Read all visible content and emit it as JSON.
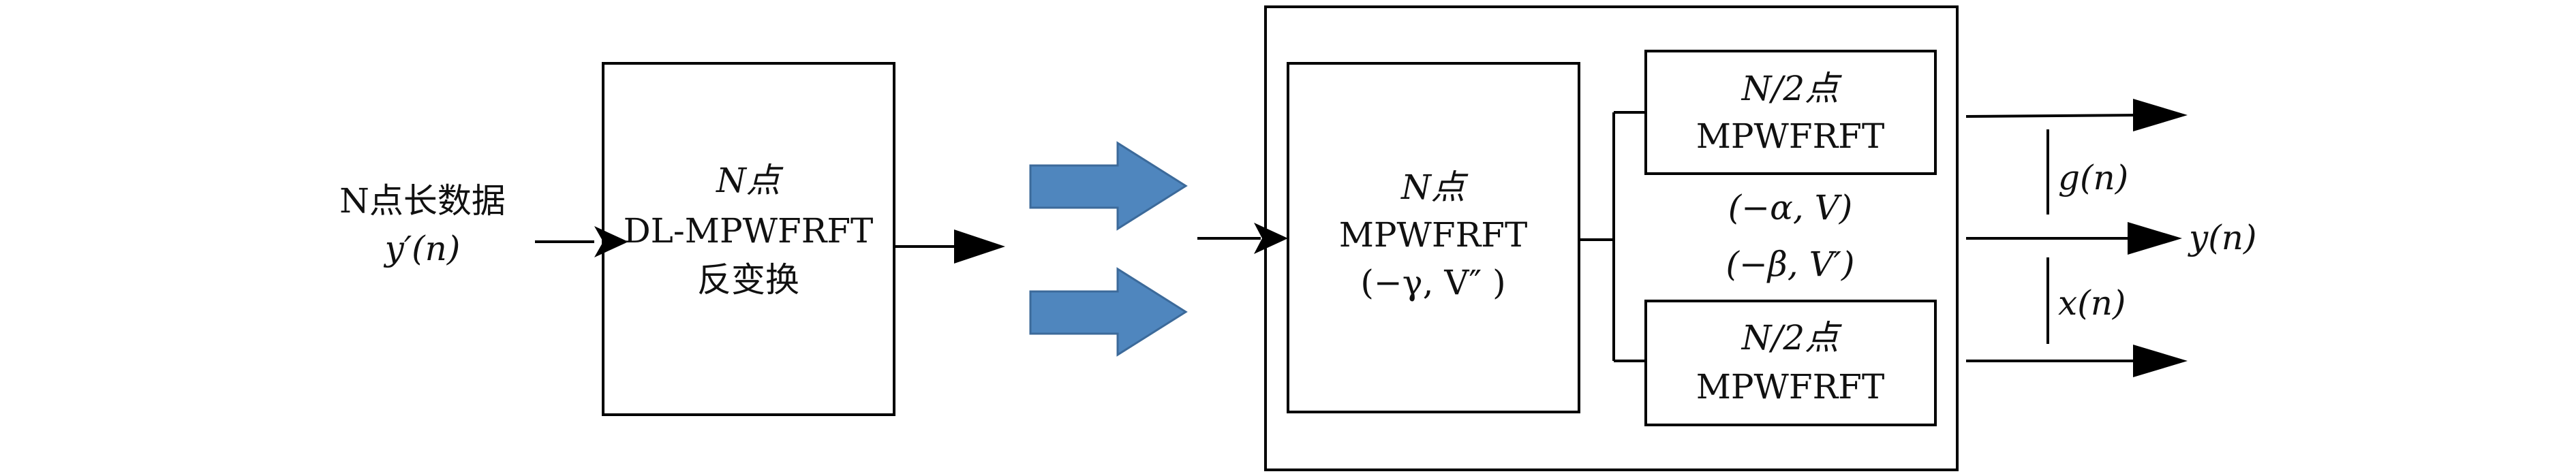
{
  "input": {
    "line1": "N点长数据",
    "line2": "y′(n)"
  },
  "inverse_block": {
    "line1": "N点",
    "line2": "DL-MPWFRFT",
    "line3": "反变换"
  },
  "n_block": {
    "line1": "N点",
    "line2": "MPWFRFT",
    "line3": "(−γ, V″ )"
  },
  "half_block_top": {
    "line1": "N/2点",
    "line2": "MPWFRFT"
  },
  "half_block_bottom": {
    "line1": "N/2点",
    "line2": "MPWFRFT"
  },
  "params": {
    "alpha": "(−α, V)",
    "beta": "(−β, V′)"
  },
  "outputs": {
    "g": "g(n)",
    "y": "y(n)",
    "x": "x(n)"
  },
  "colors": {
    "big_arrow": "#4f86be",
    "big_arrow_stroke": "#3c6a9a",
    "line": "#000000"
  }
}
